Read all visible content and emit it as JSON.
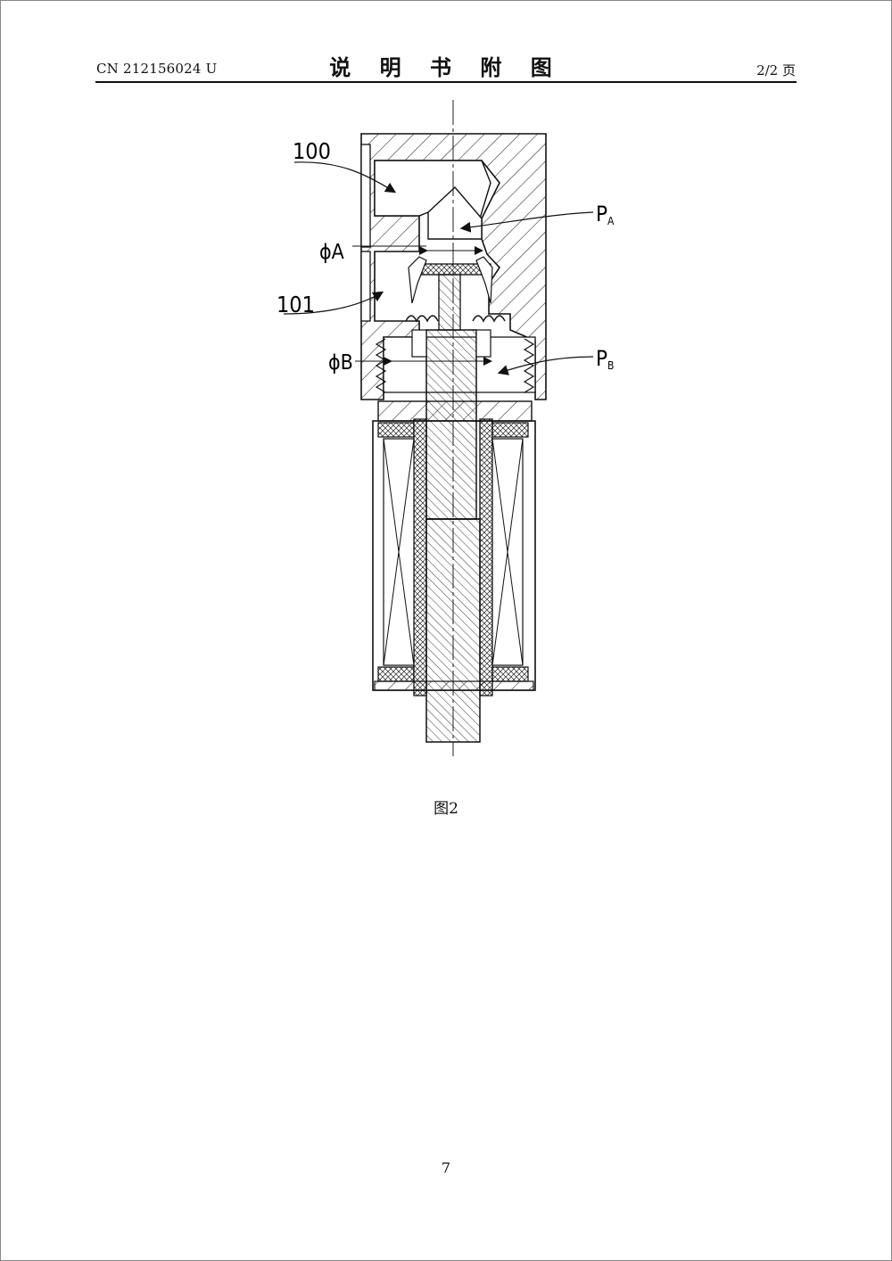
{
  "header": {
    "publication_number": "CN 212156024 U",
    "title": "说 明 书 附 图",
    "page_of": "2/2 页"
  },
  "figure": {
    "labels": {
      "part_100": "100",
      "part_101": "101",
      "phi_a": "ϕA",
      "phi_b": "ϕB",
      "pa_main": "P",
      "pa_sub": "A",
      "pb_main": "P",
      "pb_sub": "B"
    },
    "caption": "图2"
  },
  "footer": {
    "page_number": "7"
  }
}
